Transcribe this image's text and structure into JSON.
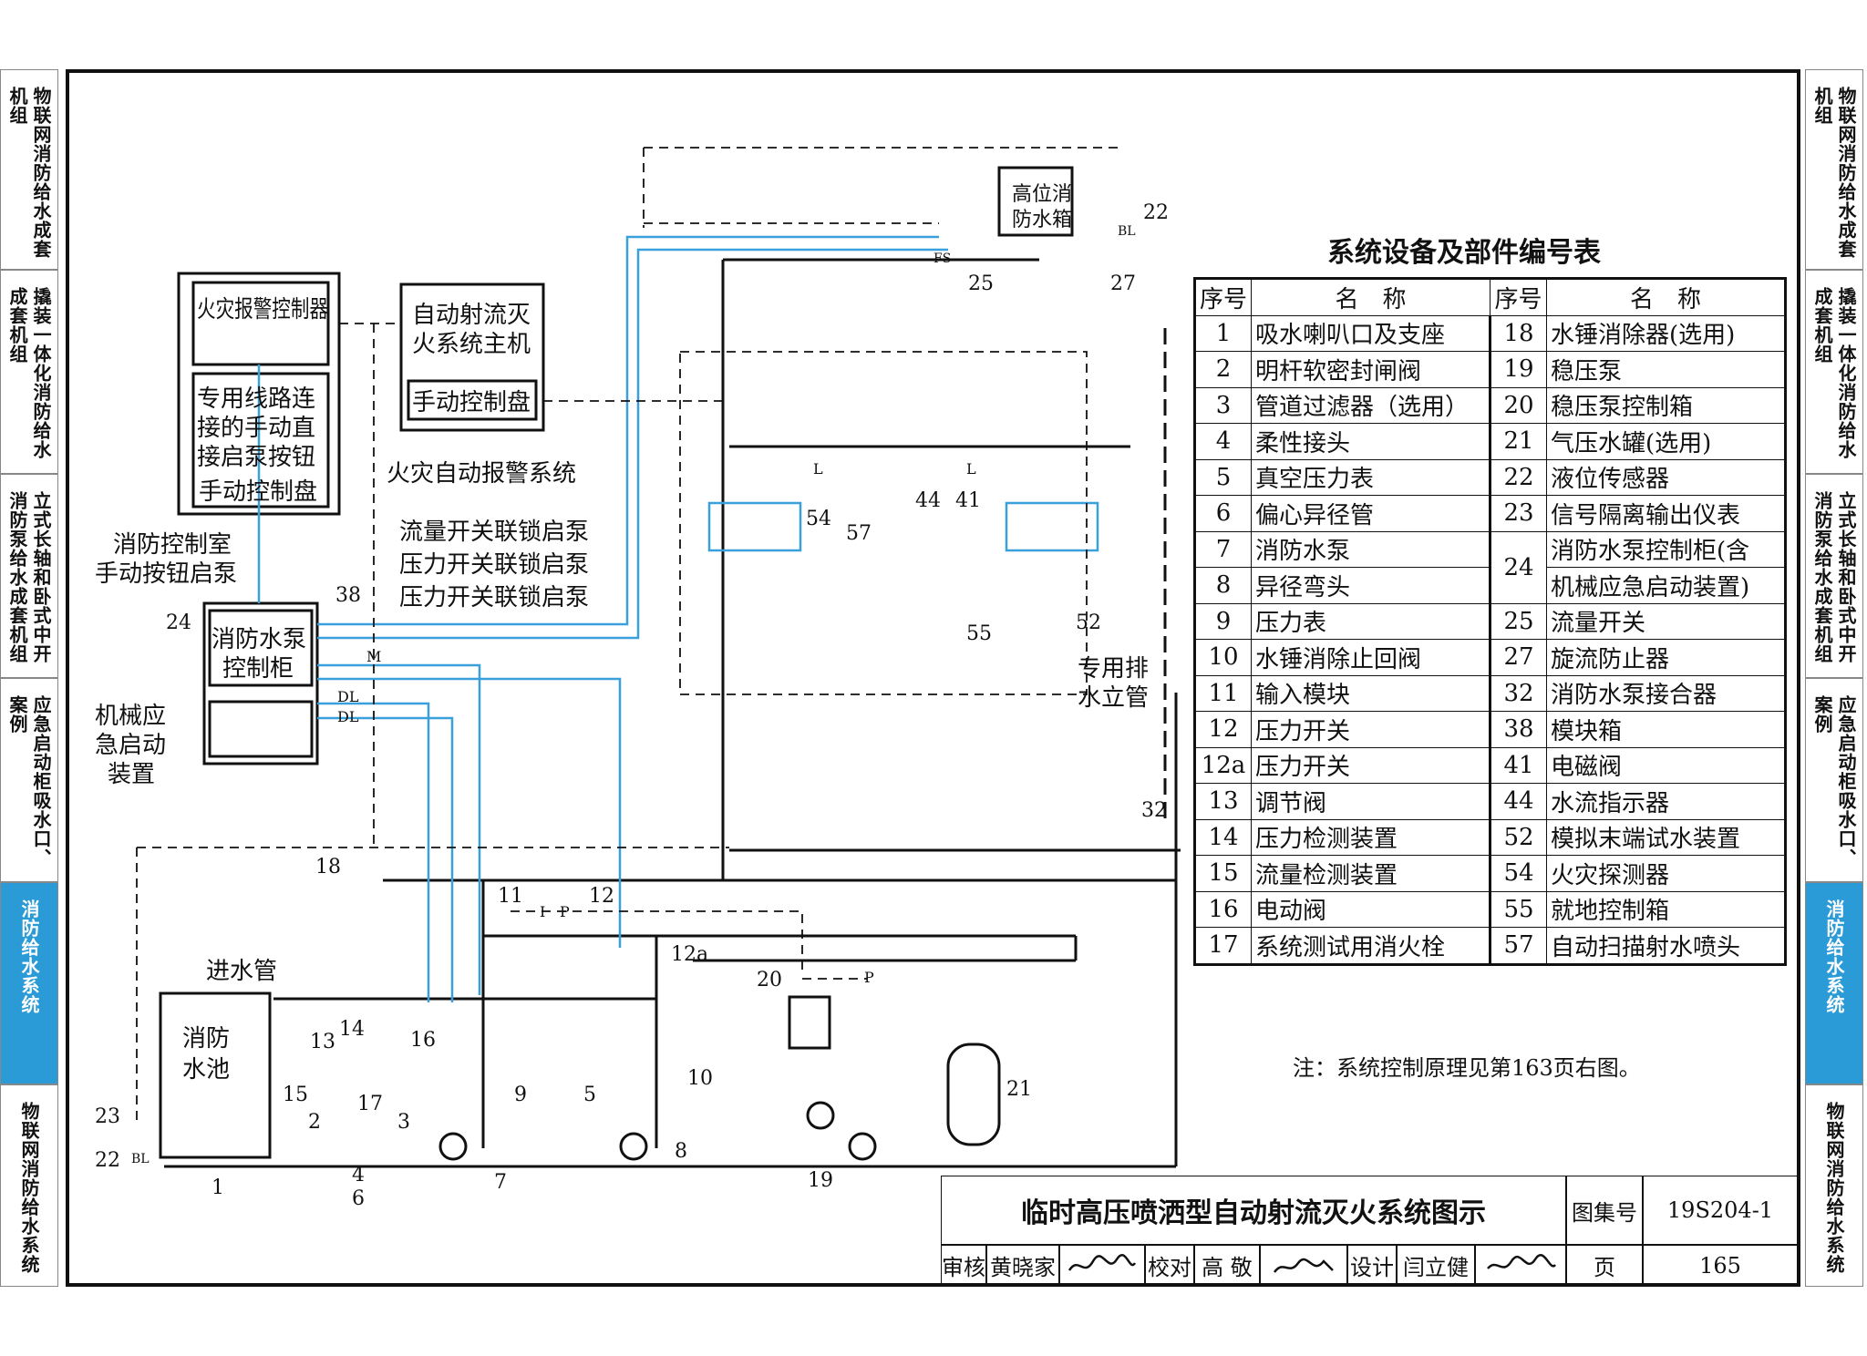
{
  "side_tabs": {
    "left": [
      "物联网消防给水成套机组",
      "撬装一体化消防给水成套机组",
      "立式长轴和卧式中开消防泵给水成套机组",
      "应急启动柜吸水口、案例",
      "消防给水系统",
      "物联网消防给水系统"
    ],
    "right": [
      "物联网消防给水成套机组",
      "撬装一体化消防给水成套机组",
      "立式长轴和卧式中开消防泵给水成套机组",
      "应急启动柜吸水口、案例",
      "消防给水系统",
      "物联网消防给水系统"
    ],
    "active_index": 4,
    "active_color": "#2b9bd8"
  },
  "diagram": {
    "alarm_controller": "火灾报警控制器",
    "manual_start_button": [
      "专用线路连",
      "接的手动直",
      "接启泵按钮"
    ],
    "manual_panel": "手动控制盘",
    "jet_host": [
      "自动射流灭",
      "火系统主机"
    ],
    "jet_manual_panel": "手动控制盘",
    "fire_alarm_system": "火灾自动报警系统",
    "control_room": [
      "消防控制室",
      "手动按钮启泵"
    ],
    "interlocks": [
      "流量开关联锁启泵",
      "压力开关联锁启泵",
      "压力开关联锁启泵"
    ],
    "pump_cabinet": [
      "消防水泵",
      "控制柜"
    ],
    "mech_start": [
      "机械应",
      "急启动",
      "装置"
    ],
    "high_tank": [
      "高位消",
      "防水箱"
    ],
    "drain_riser": [
      "专用排",
      "水立管"
    ],
    "inlet_pipe": "进水管",
    "pool": [
      "消防",
      "水池"
    ],
    "dl": "DL",
    "module_i": "I",
    "module_p": "P",
    "module_m": "M",
    "module_l": "L",
    "fs": "FS",
    "bl": "BL",
    "callouts": {
      "n1": "1",
      "n2": "2",
      "n3": "3",
      "n4": "4",
      "n5": "5",
      "n6": "6",
      "n7": "7",
      "n8": "8",
      "n9": "9",
      "n10": "10",
      "n11": "11",
      "n12": "12",
      "n12a": "12a",
      "n13": "13",
      "n14": "14",
      "n15": "15",
      "n16": "16",
      "n17": "17",
      "n18": "18",
      "n19": "19",
      "n20": "20",
      "n21": "21",
      "n22a": "22",
      "n22b": "22",
      "n23": "23",
      "n24": "24",
      "n25": "25",
      "n27": "27",
      "n32": "32",
      "n38": "38",
      "n41": "41",
      "n44": "44",
      "n52": "52",
      "n54": "54",
      "n55": "55",
      "n57": "57"
    }
  },
  "equipment_table": {
    "title": "系统设备及部件编号表",
    "headers": [
      "序号",
      "名　称",
      "序号",
      "名　称"
    ],
    "left": [
      [
        "1",
        "吸水喇叭口及支座"
      ],
      [
        "2",
        "明杆软密封闸阀"
      ],
      [
        "3",
        "管道过滤器（选用）"
      ],
      [
        "4",
        "柔性接头"
      ],
      [
        "5",
        "真空压力表"
      ],
      [
        "6",
        "偏心异径管"
      ],
      [
        "7",
        "消防水泵"
      ],
      [
        "8",
        "异径弯头"
      ],
      [
        "9",
        "压力表"
      ],
      [
        "10",
        "水锤消除止回阀"
      ],
      [
        "11",
        "输入模块"
      ],
      [
        "12",
        "压力开关"
      ],
      [
        "12a",
        "压力开关"
      ],
      [
        "13",
        "调节阀"
      ],
      [
        "14",
        "压力检测装置"
      ],
      [
        "15",
        "流量检测装置"
      ],
      [
        "16",
        "电动阀"
      ],
      [
        "17",
        "系统测试用消火栓"
      ]
    ],
    "right": [
      [
        "18",
        "水锤消除器(选用)"
      ],
      [
        "19",
        "稳压泵"
      ],
      [
        "20",
        "稳压泵控制箱"
      ],
      [
        "21",
        "气压水罐(选用)"
      ],
      [
        "22",
        "液位传感器"
      ],
      [
        "23",
        "信号隔离输出仪表"
      ],
      [
        "24",
        "消防水泵控制柜(含",
        "机械应急启动装置)"
      ],
      [
        "25",
        "流量开关"
      ],
      [
        "27",
        "旋流防止器"
      ],
      [
        "32",
        "消防水泵接合器"
      ],
      [
        "38",
        "模块箱"
      ],
      [
        "41",
        "电磁阀"
      ],
      [
        "44",
        "水流指示器"
      ],
      [
        "52",
        "模拟末端试水装置"
      ],
      [
        "54",
        "火灾探测器"
      ],
      [
        "55",
        "就地控制箱"
      ],
      [
        "57",
        "自动扫描射水喷头"
      ]
    ]
  },
  "note": "注：系统控制原理见第163页右图。",
  "title_block": {
    "title": "临时高压喷洒型自动射流灭火系统图示",
    "atlas_label": "图集号",
    "atlas_no": "19S204-1",
    "review_label": "审核",
    "reviewer": "黄晓家",
    "check_label": "校对",
    "checker": "高 敬",
    "design_label": "设计",
    "designer": "闫立健",
    "page_label": "页",
    "page_no": "165"
  },
  "colors": {
    "line": "#111111",
    "signal": "#3aa0dc"
  }
}
